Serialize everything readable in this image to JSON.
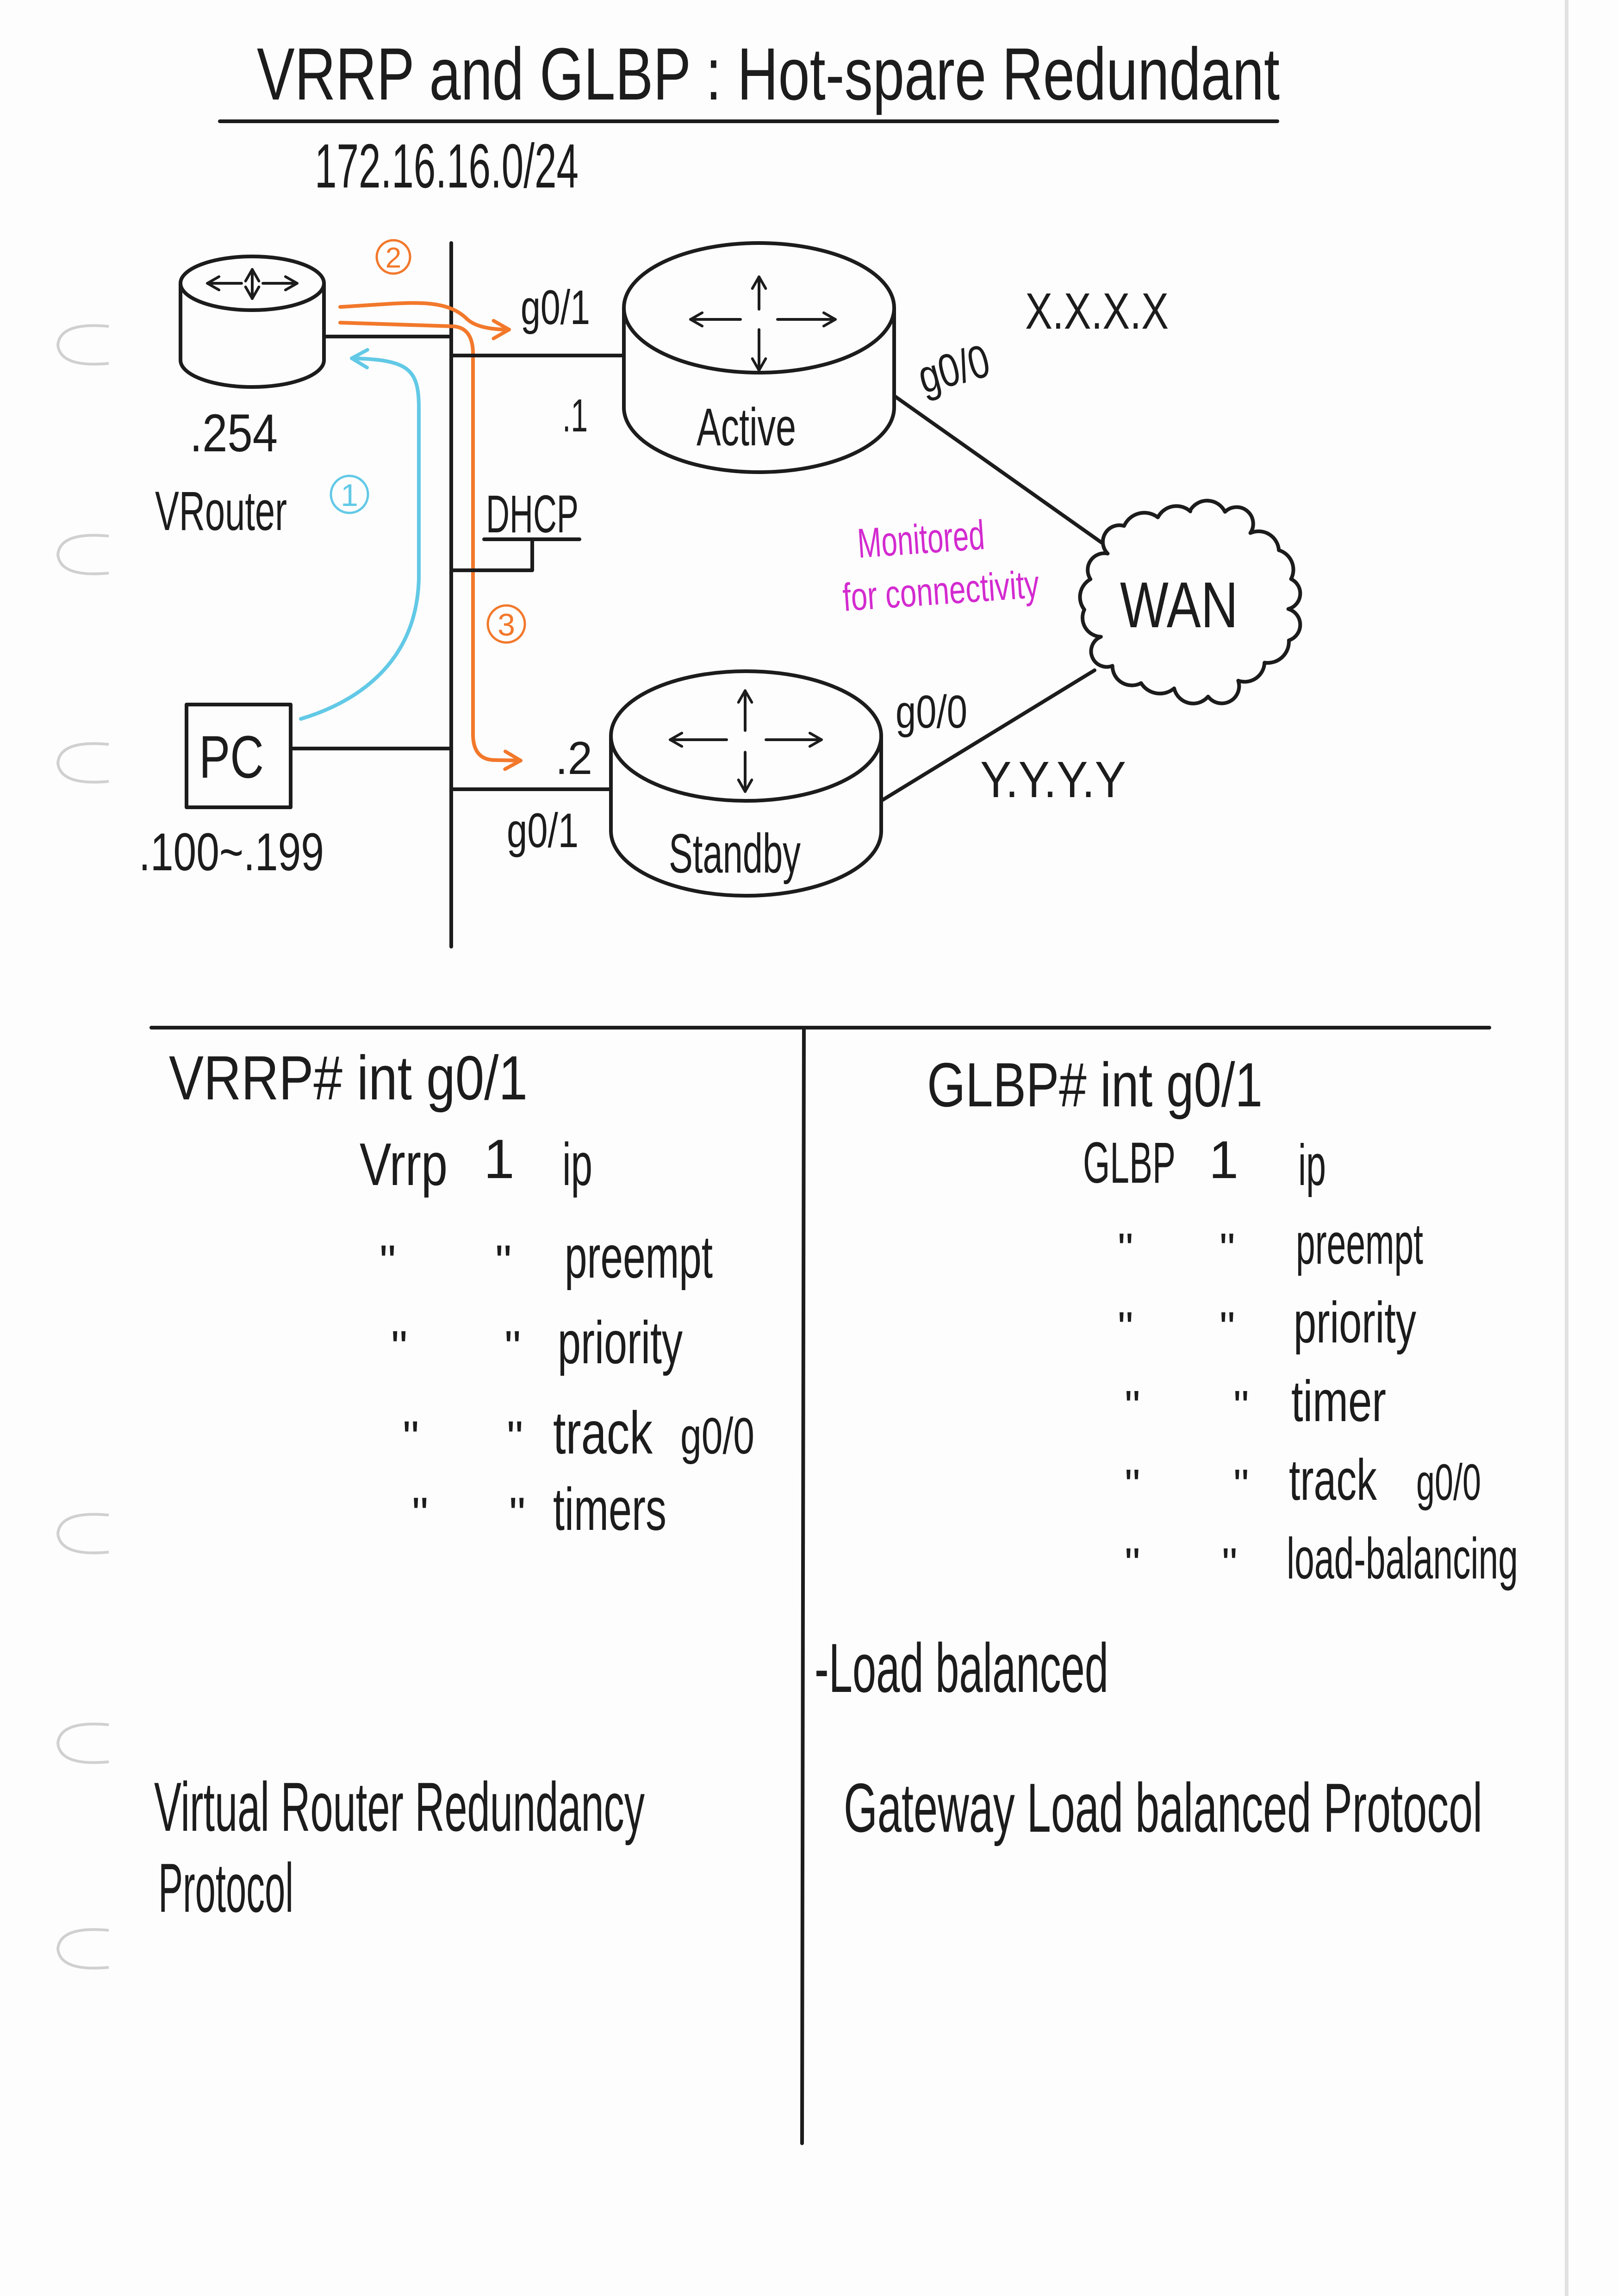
{
  "title": "VRRP and GLBP : Hot-spare Redundant",
  "subnet": "172.16.16.0/24",
  "colors": {
    "ink": "#1c1c1c",
    "paper": "#fdfdfd",
    "orange": "#f2782b",
    "cyan": "#62c9e6",
    "magenta": "#d32ad0",
    "hole": "#d0d0d0"
  },
  "diagram": {
    "vrouter": {
      "icon": "router-arrows-icon",
      "ip": ".254",
      "label": "VRouter"
    },
    "steps": [
      "1",
      "2",
      "3"
    ],
    "active": {
      "icon": "router-arrows-icon",
      "label": "Active",
      "lan_port": "g0/1",
      "lan_ip": ".1",
      "wan_port": "g0/0",
      "wan_ip": "X.X.X.X"
    },
    "standby": {
      "icon": "router-arrows-icon",
      "label": "Standby",
      "lan_port": "g0/1",
      "lan_ip": ".2",
      "wan_port": "g0/0",
      "wan_ip": "Y.Y.Y.Y"
    },
    "dhcp": "DHCP",
    "pc": {
      "label": "PC",
      "range": ".100~.199"
    },
    "wan": {
      "icon": "cloud-icon",
      "label": "WAN"
    },
    "monitor_note": {
      "line1": "Monitored",
      "line2": "for connectivity"
    }
  },
  "vrrp": {
    "heading": "VRRP# int g0/1",
    "first": {
      "keyword": "Vrrp",
      "group": "1",
      "cmd": "ip"
    },
    "ditto": "\"",
    "rows": [
      {
        "cmd": "preempt"
      },
      {
        "cmd": "priority"
      },
      {
        "cmd": "track",
        "arg": "g0/0"
      },
      {
        "cmd": "timers"
      }
    ],
    "full_name": {
      "line1": "Virtual Router Redundancy",
      "line2": "Protocol"
    }
  },
  "glbp": {
    "heading": "GLBP# int g0/1",
    "first": {
      "keyword": "GLBP",
      "group": "1",
      "cmd": "ip"
    },
    "ditto": "\"",
    "rows": [
      {
        "cmd": "preempt"
      },
      {
        "cmd": "priority"
      },
      {
        "cmd": "timer"
      },
      {
        "cmd": "track",
        "arg": "g0/0"
      },
      {
        "cmd": "load-balancing"
      }
    ],
    "feature": "-Load balanced",
    "full_name": "Gateway Load balanced Protocol"
  }
}
